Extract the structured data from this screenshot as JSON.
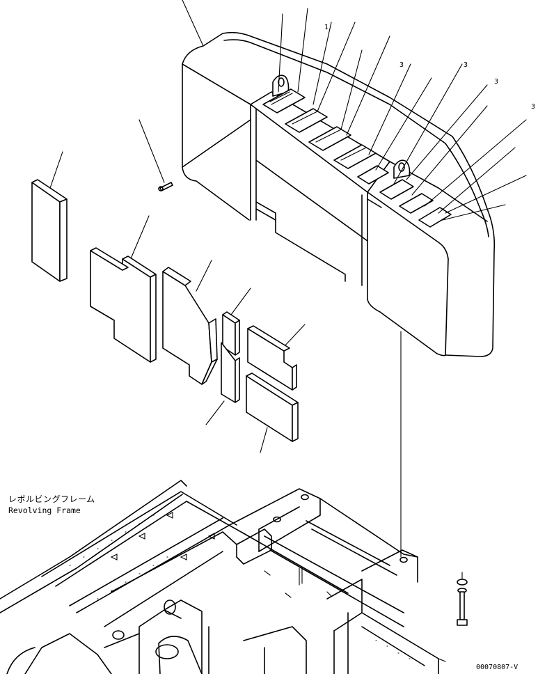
{
  "labels": {
    "revolving_frame_jp": "レボルビングフレーム",
    "revolving_frame_en": "Revolving Frame",
    "drawing_number": "00070807-V"
  },
  "callout_digits": [
    "1",
    "3",
    "3",
    "3",
    "3"
  ]
}
